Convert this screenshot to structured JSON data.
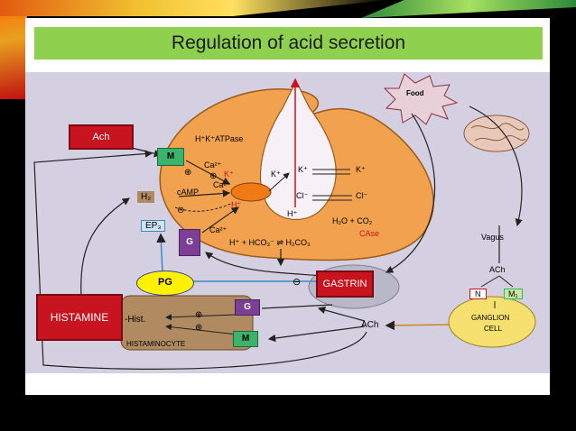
{
  "title": "Regulation of acid secretion",
  "colors": {
    "title_bar": "#8fd14f",
    "red_box": "#c8141e",
    "green_box": "#3bb36a",
    "purple_box": "#7b3f96",
    "pg_ellipse": "#fff200",
    "cell_fill": "#f2a24e",
    "nucleus": "#f07a14"
  },
  "boxes": {
    "ach": "Ach",
    "m_top": "M",
    "g_mid": "G",
    "pg": "PG",
    "gastrin": "GASTRIN",
    "histamine": "HISTAMINE",
    "g_lower": "G",
    "m_lower": "M"
  },
  "labels": {
    "food": "Food",
    "h_k_atpase": "H⁺K⁺ATPase",
    "ca2_top": "Ca²⁺",
    "k_plus_inner": "K⁺",
    "k_plus_top": "K⁺",
    "k_plus_right_left": "K⁺",
    "k_plus_right_right": "K⁺",
    "cl_left": "Cl⁻",
    "cl_right": "Cl⁻",
    "h_plus_inner": "H⁺",
    "h_plus_lumen": "H⁺",
    "camp": "cAMP",
    "ca2_mid": "Ca²⁺",
    "h2": "H₂",
    "ep3": "EP₃",
    "ca2_low": "Ca²⁺",
    "h2o_co2": "H₂O + CO₂",
    "case": "CAse",
    "bicarb_eq": "H⁺ + HCO₃⁻ ⇌ H₂CO₃",
    "vagus": "Vagus",
    "ach_vagus": "ACh",
    "n": "N",
    "m1": "M₁",
    "ganglion": "GANGLION",
    "cell": "CELL",
    "ach_lower": "ACh",
    "hist": "-Hist.",
    "histaminocyte": "HISTAMINOCYTE",
    "plus": "⊕",
    "minus": "⊖"
  }
}
